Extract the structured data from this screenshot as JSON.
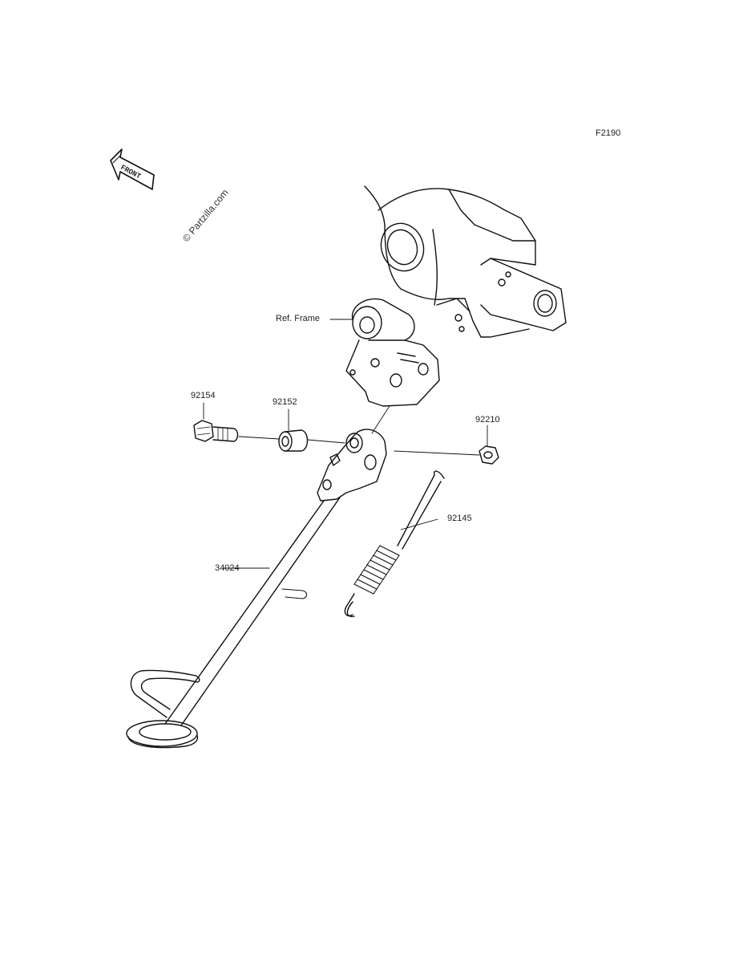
{
  "figure_code": "F2190",
  "watermark": "© Partzilla.com",
  "front_label": "FRONT",
  "parts": {
    "frame": {
      "label": "Ref. Frame"
    },
    "bolt": {
      "number": "92154"
    },
    "collar": {
      "number": "92152"
    },
    "nut": {
      "number": "92210"
    },
    "spring": {
      "number": "92145"
    },
    "stand": {
      "number": "34024"
    }
  },
  "icons": {
    "front_arrow": "front-arrow-icon"
  },
  "colors": {
    "line": "#111111",
    "background": "#ffffff"
  }
}
